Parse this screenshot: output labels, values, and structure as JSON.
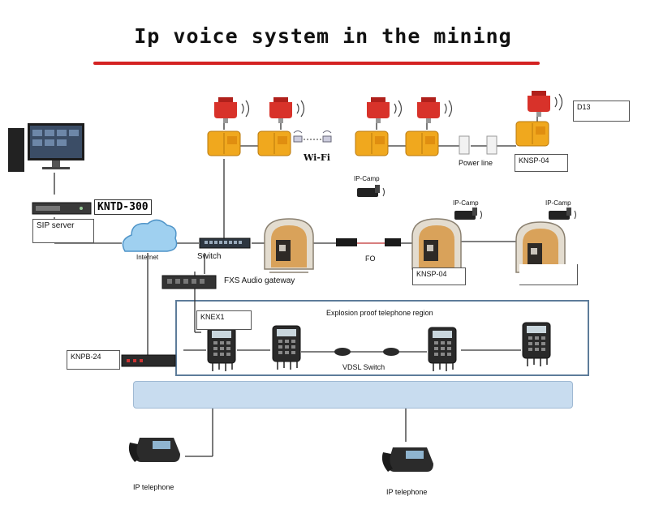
{
  "title": "Ip voice system in the mining",
  "colors": {
    "title_rule": "#d42222",
    "region_border": "#5d7c9a",
    "band": "#c8dcef",
    "phone_yellow": "#f0a81e",
    "beacon_red": "#d8322a"
  },
  "labels": {
    "kntd": "KNTD-300",
    "sip_server": "SIP server",
    "internet": "Internet",
    "switch": "Switch",
    "fxs": "FXS Audio gateway",
    "knex1": "KNEX1",
    "knpb": "KNPB-24",
    "wifi": "Wi-Fi",
    "power_line": "Power line",
    "knsp_top": "KNSP-04",
    "d13": "D13",
    "ip_cam_1": "IP-Camp",
    "ip_cam_2": "IP-Camp",
    "ip_cam_3": "IP-Camp",
    "fo": "FO",
    "knsp_mid": "KNSP-04",
    "region": "Explosion proof telephone region",
    "vdsl": "VDSL Switch",
    "ip_phone_1": "IP telephone",
    "ip_phone_2": "IP telephone"
  },
  "icons": [
    "computer-icon",
    "server-rack-icon",
    "cloud-icon",
    "network-switch-icon",
    "beacon-icon",
    "yellow-phone-icon",
    "acoustic-hood-icon",
    "ip-camera-icon",
    "explosion-proof-phone-icon",
    "desk-phone-icon",
    "vdsl-box-icon"
  ]
}
